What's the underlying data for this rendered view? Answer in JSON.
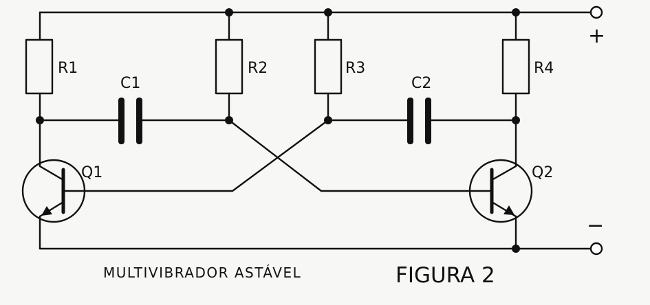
{
  "components": {
    "r1": "R1",
    "r2": "R2",
    "r3": "R3",
    "r4": "R4",
    "c1": "C1",
    "c2": "C2",
    "q1": "Q1",
    "q2": "Q2"
  },
  "terminals": {
    "positive": "+",
    "negative": "−"
  },
  "caption": "MULTIVIBRADOR ASTÁVEL",
  "figure_label": "FIGURA 2"
}
